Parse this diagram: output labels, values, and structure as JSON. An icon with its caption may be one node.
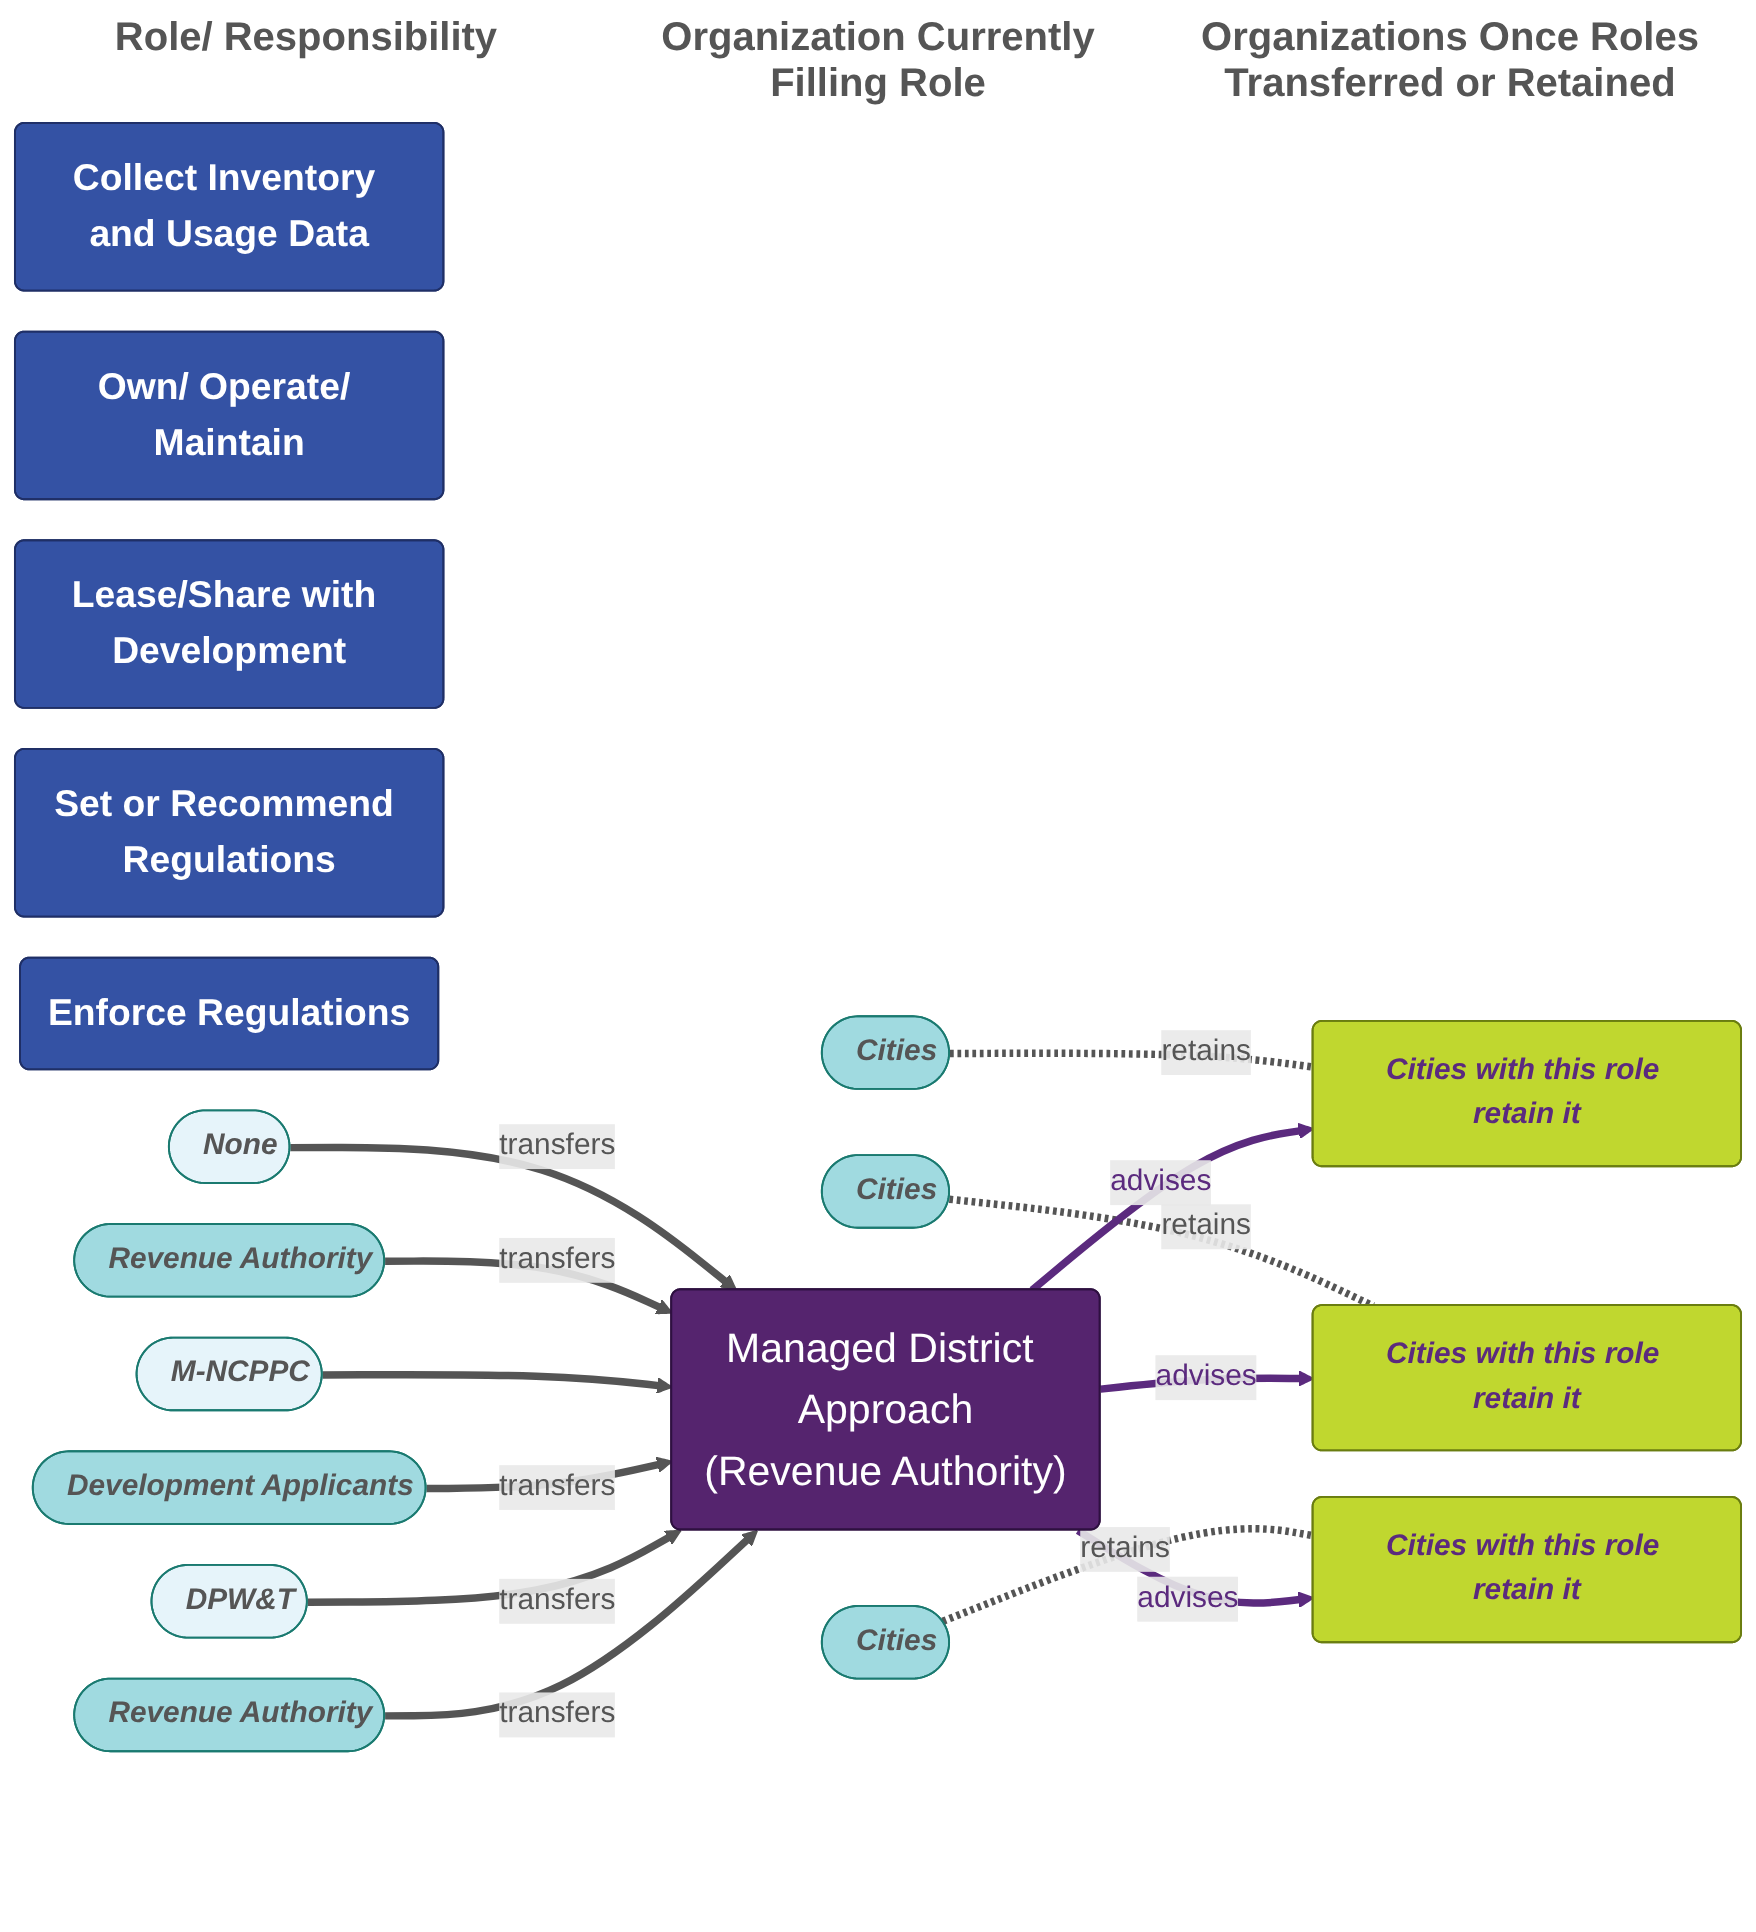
{
  "diagram": {
    "nodes": [
      {
        "text": [
          "Collect Inventory and Usage Data"
        ]
      },
      {
        "text": [
          "Own/ Operate/ Maintain"
        ]
      },
      {
        "text": [
          "Lease/Share with Development"
        ]
      },
      {
        "text": [
          "Set or Recommend Regulations"
        ]
      },
      {
        "text": [
          "Enforce Regulations"
        ]
      },
      {
        "text": [
          "None"
        ]
      },
      {
        "text": [
          "Cities"
        ]
      },
      {
        "text": [
          "Revenue Authority"
        ]
      },
      {
        "text": [
          "M-NCPPC"
        ]
      },
      {
        "text": [
          "Development Applicants"
        ]
      },
      {
        "text": [
          "Cities"
        ]
      },
      {
        "text": [
          "DPW&T"
        ]
      },
      {
        "text": [
          "Cities"
        ]
      },
      {
        "text": [
          "Revenue Authority"
        ]
      },
      {
        "text": [
          "Managed District Approach",
          "(Revenue Authority)"
        ]
      },
      {
        "text": [
          "Cities with this role retain it"
        ]
      },
      {
        "text": [
          "Cities with this role retain it"
        ]
      },
      {
        "text": [
          "Cities with this role retain it"
        ]
      }
    ],
    "edges": [
      {
        "from": 5,
        "to": 14,
        "arrow": "to",
        "label": "transfers"
      },
      {
        "from": 6,
        "to": 15,
        "arrow": "none",
        "label": "retains",
        "style": "dashed"
      },
      {
        "from": 7,
        "to": 14,
        "arrow": "to",
        "label": "transfers"
      },
      {
        "from": 8,
        "to": 14,
        "arrow": "to"
      },
      {
        "from": 9,
        "to": 14,
        "arrow": "to",
        "label": "transfers"
      },
      {
        "from": 10,
        "to": 16,
        "arrow": "none",
        "label": "retains",
        "style": "dashed"
      },
      {
        "from": 11,
        "to": 14,
        "arrow": "to",
        "label": "transfers"
      },
      {
        "from": 12,
        "to": 17,
        "arrow": "none",
        "label": "retains",
        "style": "dashed"
      },
      {
        "from": 13,
        "to": 14,
        "arrow": "to",
        "label": "transfers"
      },
      {
        "from": 14,
        "to": 15,
        "arrow": "to",
        "label": "advises",
        "color": "#5b2a7e"
      },
      {
        "from": 14,
        "to": 16,
        "arrow": "to",
        "label": "advises",
        "color": "#5b2a7e"
      },
      {
        "from": 14,
        "to": 17,
        "arrow": "to",
        "label": "advises",
        "color": "#5b2a7e"
      }
    ],
    "labels": [
      "Role/ Responsibility",
      "Organization Currently Filling Role",
      "Organizations Once Roles Transferred or Retained"
    ]
  }
}
